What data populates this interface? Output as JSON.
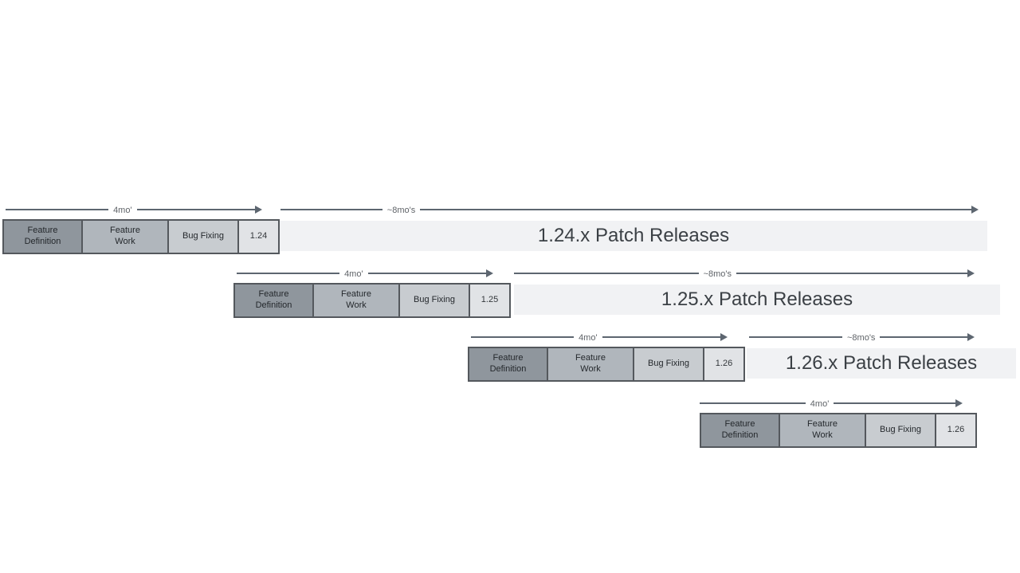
{
  "rows": [
    {
      "feature_duration": "4mo'",
      "patch_duration": "~8mo's",
      "phases": [
        "Feature Definition",
        "Feature Work",
        "Bug Fixing"
      ],
      "version": "1.24",
      "patch_label": "1.24.x Patch Releases"
    },
    {
      "feature_duration": "4mo'",
      "patch_duration": "~8mo's",
      "phases": [
        "Feature Definition",
        "Feature Work",
        "Bug Fixing"
      ],
      "version": "1.25",
      "patch_label": "1.25.x Patch Releases"
    },
    {
      "feature_duration": "4mo'",
      "patch_duration": "~8mo's",
      "phases": [
        "Feature Definition",
        "Feature Work",
        "Bug Fixing"
      ],
      "version": "1.26",
      "patch_label": "1.26.x Patch Releases"
    },
    {
      "feature_duration": "4mo'",
      "phases": [
        "Feature Definition",
        "Feature Work",
        "Bug Fixing"
      ],
      "version": "1.26",
      "patch_label": null
    }
  ],
  "colors": {
    "feature_definition": "#8f969d",
    "feature_work": "#b0b6bc",
    "bug_fixing": "#c8ccd0",
    "version_box": "#e1e3e6",
    "patch_bar": "#f1f2f4",
    "arrow": "#5d6670",
    "border": "#54585d"
  }
}
